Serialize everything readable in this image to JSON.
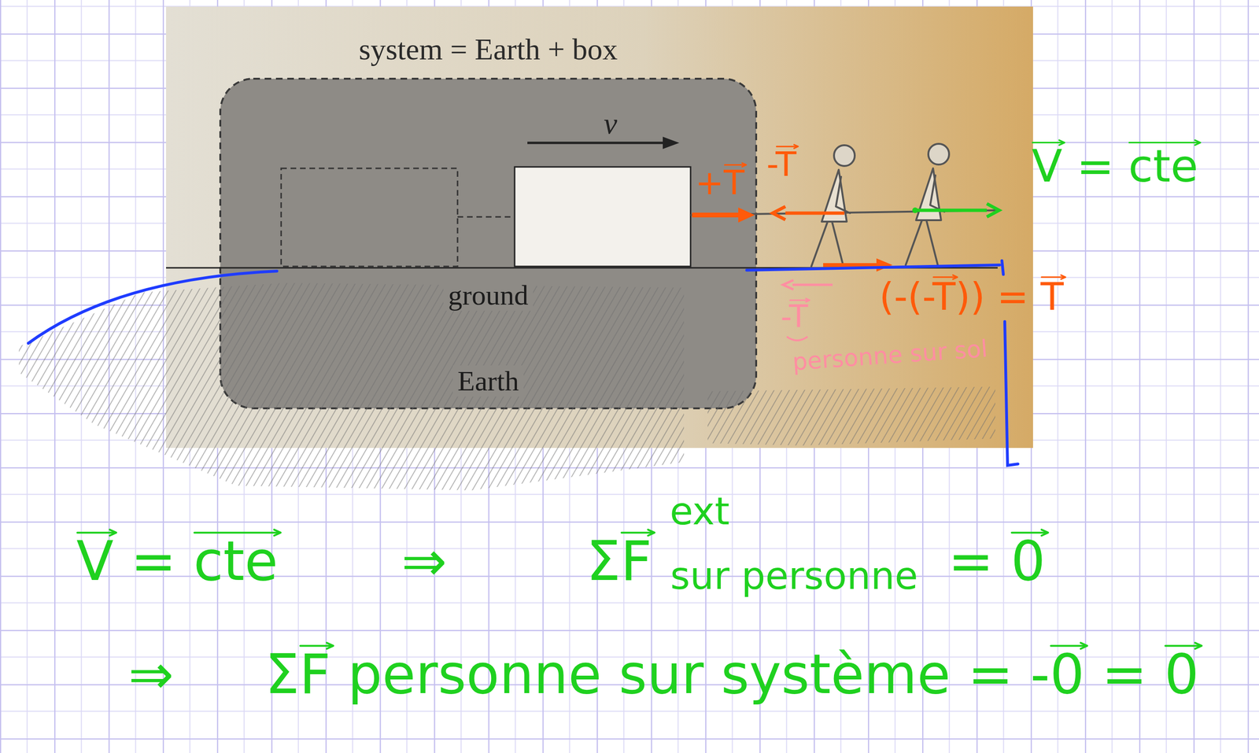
{
  "diagram": {
    "nodes": [
      {
        "text": [
          "system = Earth + box",
          "ground",
          "Earth"
        ]
      }
    ],
    "labels": [
      "v",
      "+T",
      "-T",
      "V = cte",
      "(-(-T)) = T",
      "-T",
      "personne sur sol",
      "V = cte",
      "⇒",
      "ΣF",
      "ext",
      "sur personne",
      "= 0",
      "⇒",
      "ΣF personne sur système = -0 = 0"
    ]
  }
}
